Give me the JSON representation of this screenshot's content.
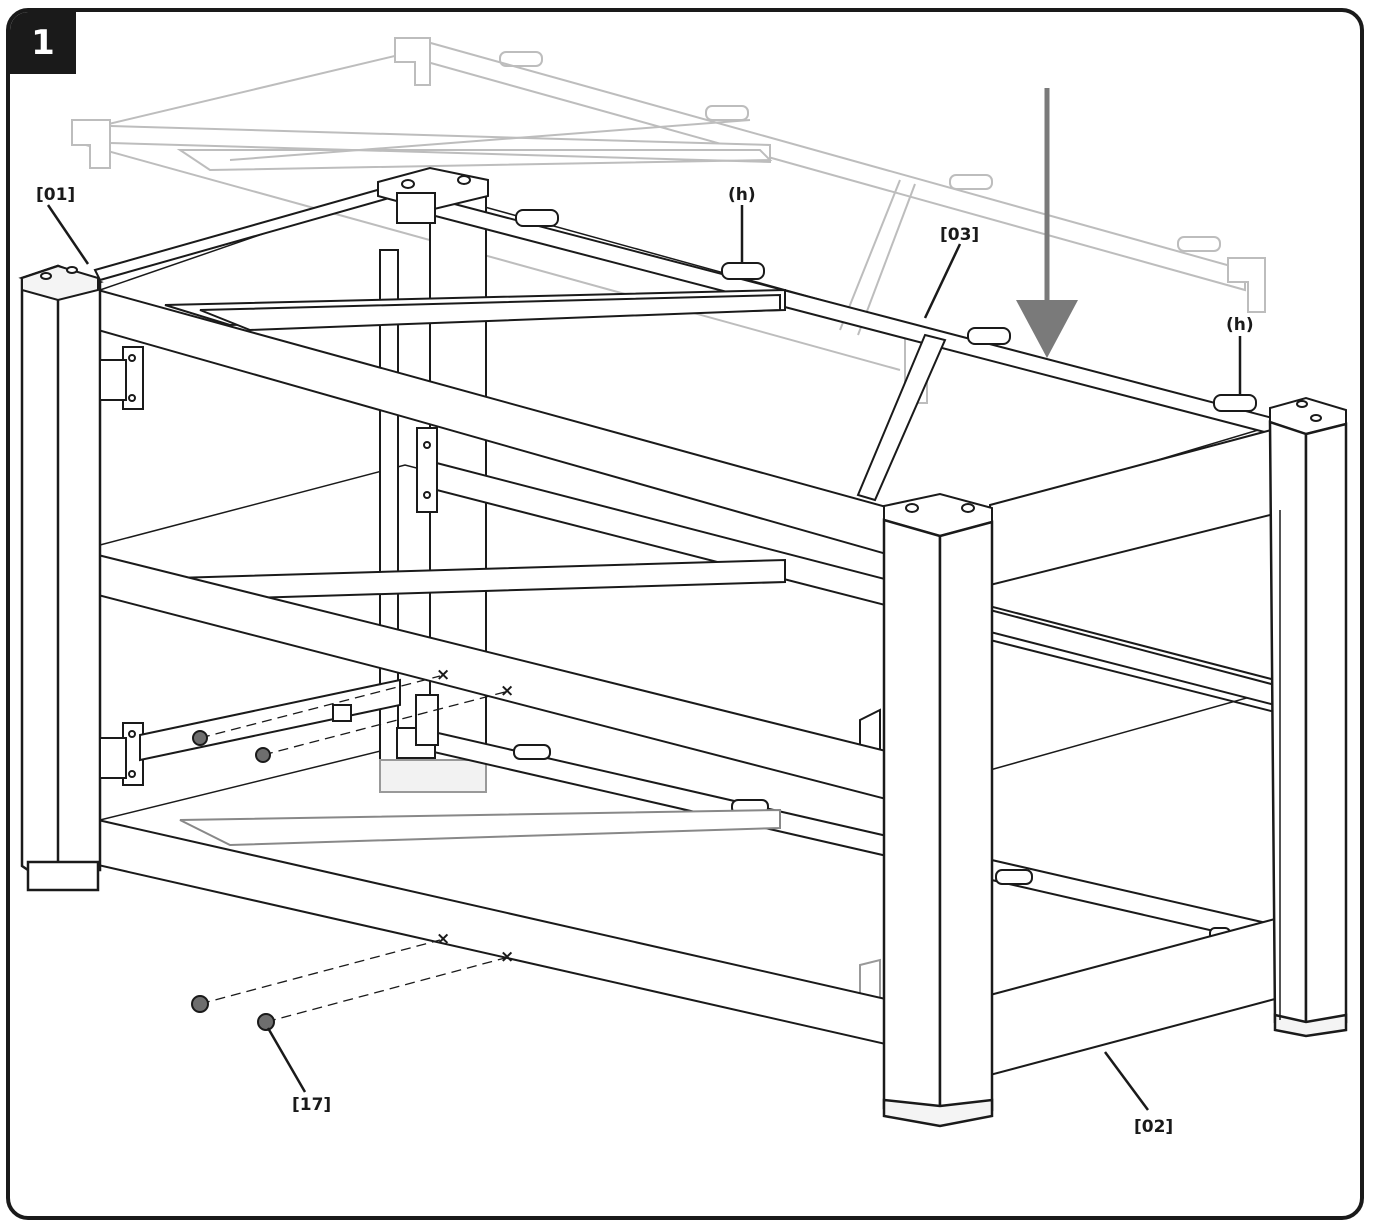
{
  "step": {
    "number": "1"
  },
  "labels": {
    "part_01": "[01]",
    "part_02": "[02]",
    "part_03": "[03]",
    "part_17": "[17]",
    "hardware_h_left": "(h)",
    "hardware_h_right": "(h)"
  },
  "colors": {
    "line": "#1a1a1a",
    "ghost": "#bdbdbd",
    "arrow": "#7a7a7a",
    "peg": "#6e6e6e"
  },
  "icons": {
    "arrow": "down-arrow-icon"
  }
}
